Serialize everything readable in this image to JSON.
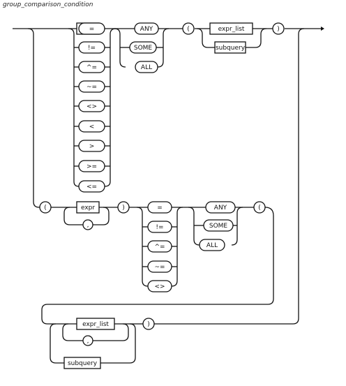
{
  "title": "group_comparison_condition",
  "tokens": {
    "expr": "expr",
    "expr_list": "expr_list",
    "subquery": "subquery",
    "any": "ANY",
    "some": "SOME",
    "all": "ALL",
    "lparen": "(",
    "rparen": ")",
    "comma": ",",
    "op_eq": "=",
    "op_ne_bang": "!=",
    "op_ne_caret": "^=",
    "op_ne_tilde": "~=",
    "op_ne_angle": "<>",
    "op_lt": "<",
    "op_gt": ">",
    "op_ge": ">=",
    "op_le": "<="
  }
}
